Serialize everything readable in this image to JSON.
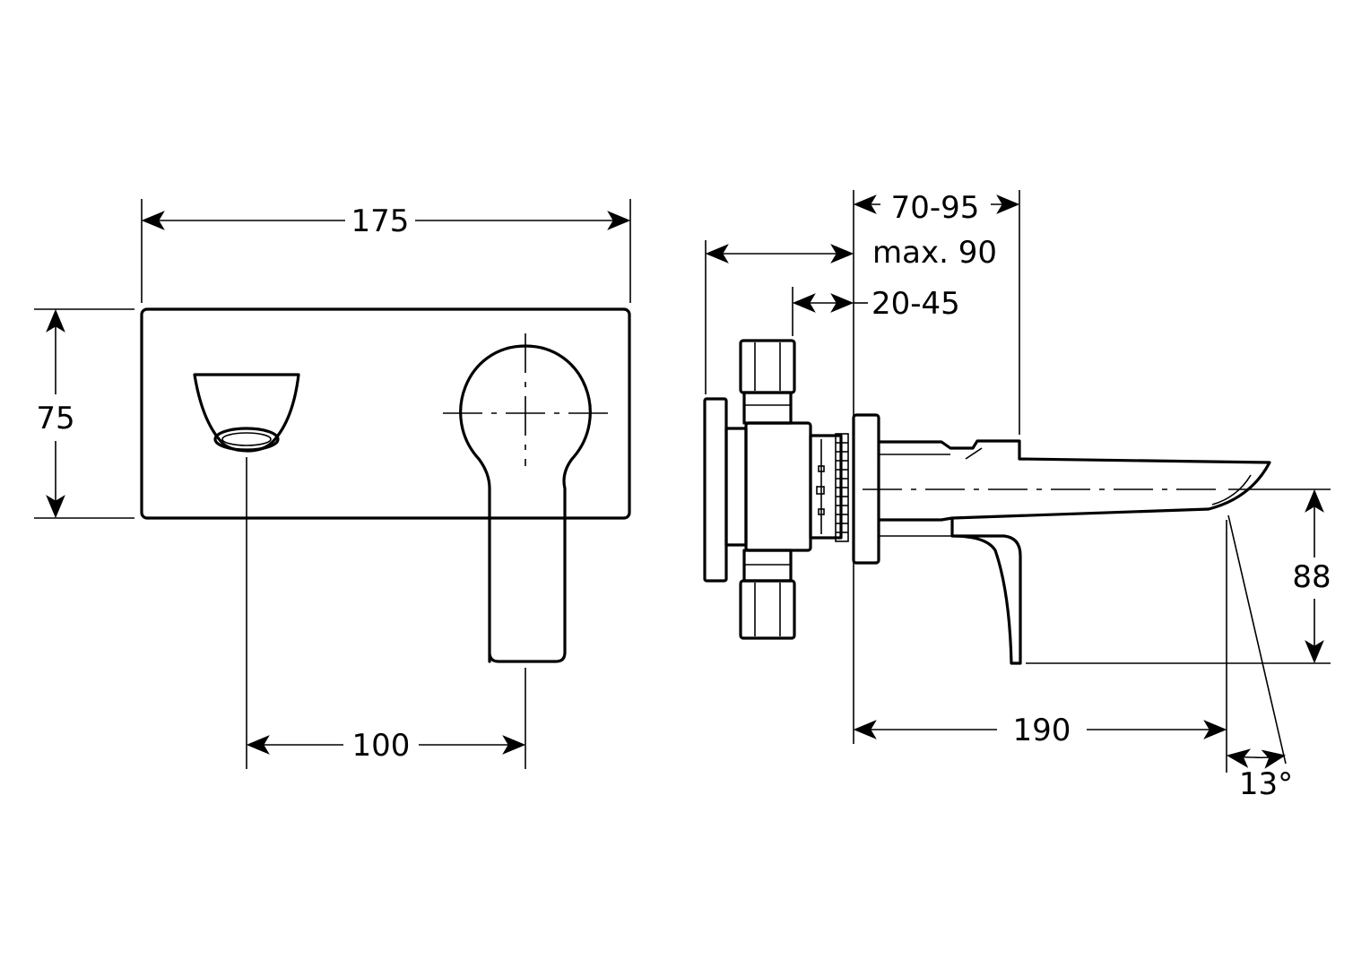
{
  "dimensions": {
    "plate_width": "175",
    "plate_height": "75",
    "axis_distance": "100",
    "wall_depth": "70-95",
    "max_depth": "max. 90",
    "adjust_range": "20-45",
    "spout_height": "88",
    "spout_projection": "190",
    "angle": "13°"
  },
  "colors": {
    "line": "#000000",
    "background": "#ffffff"
  }
}
